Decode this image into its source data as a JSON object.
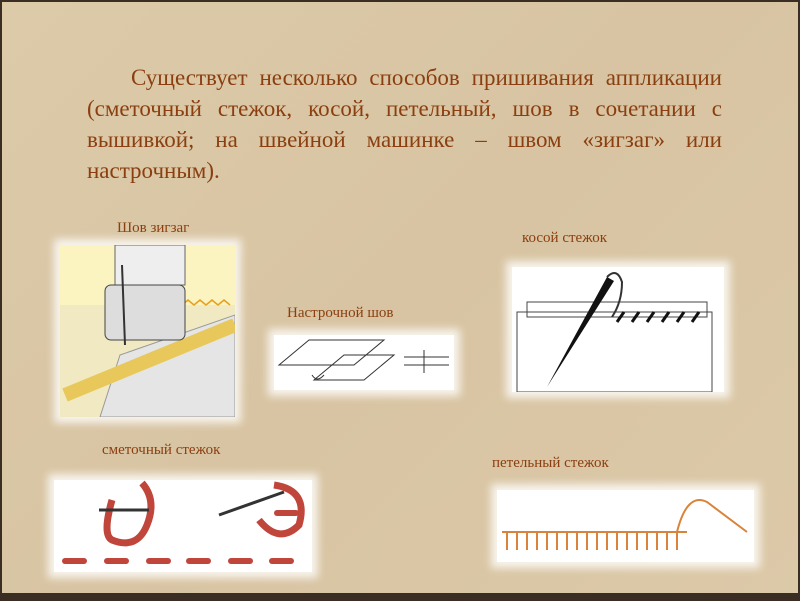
{
  "slide": {
    "paragraph": "Существует несколько способов пришивания аппликации (сметочный стежок, косой, петельный, шов в сочетании с вышивкой; на швейной машинке – швом «зигзаг» или настрочным).",
    "figures": [
      {
        "label": "Шов зигзаг"
      },
      {
        "label": "Настрочной шов"
      },
      {
        "label": "косой стежок"
      },
      {
        "label": "сметочный стежок"
      },
      {
        "label": "петельный стежок"
      }
    ]
  },
  "colors": {
    "text": "#8b3f10",
    "background": "#dcc9a8",
    "frame": "#3a2e24",
    "thread": "#c0453a"
  }
}
